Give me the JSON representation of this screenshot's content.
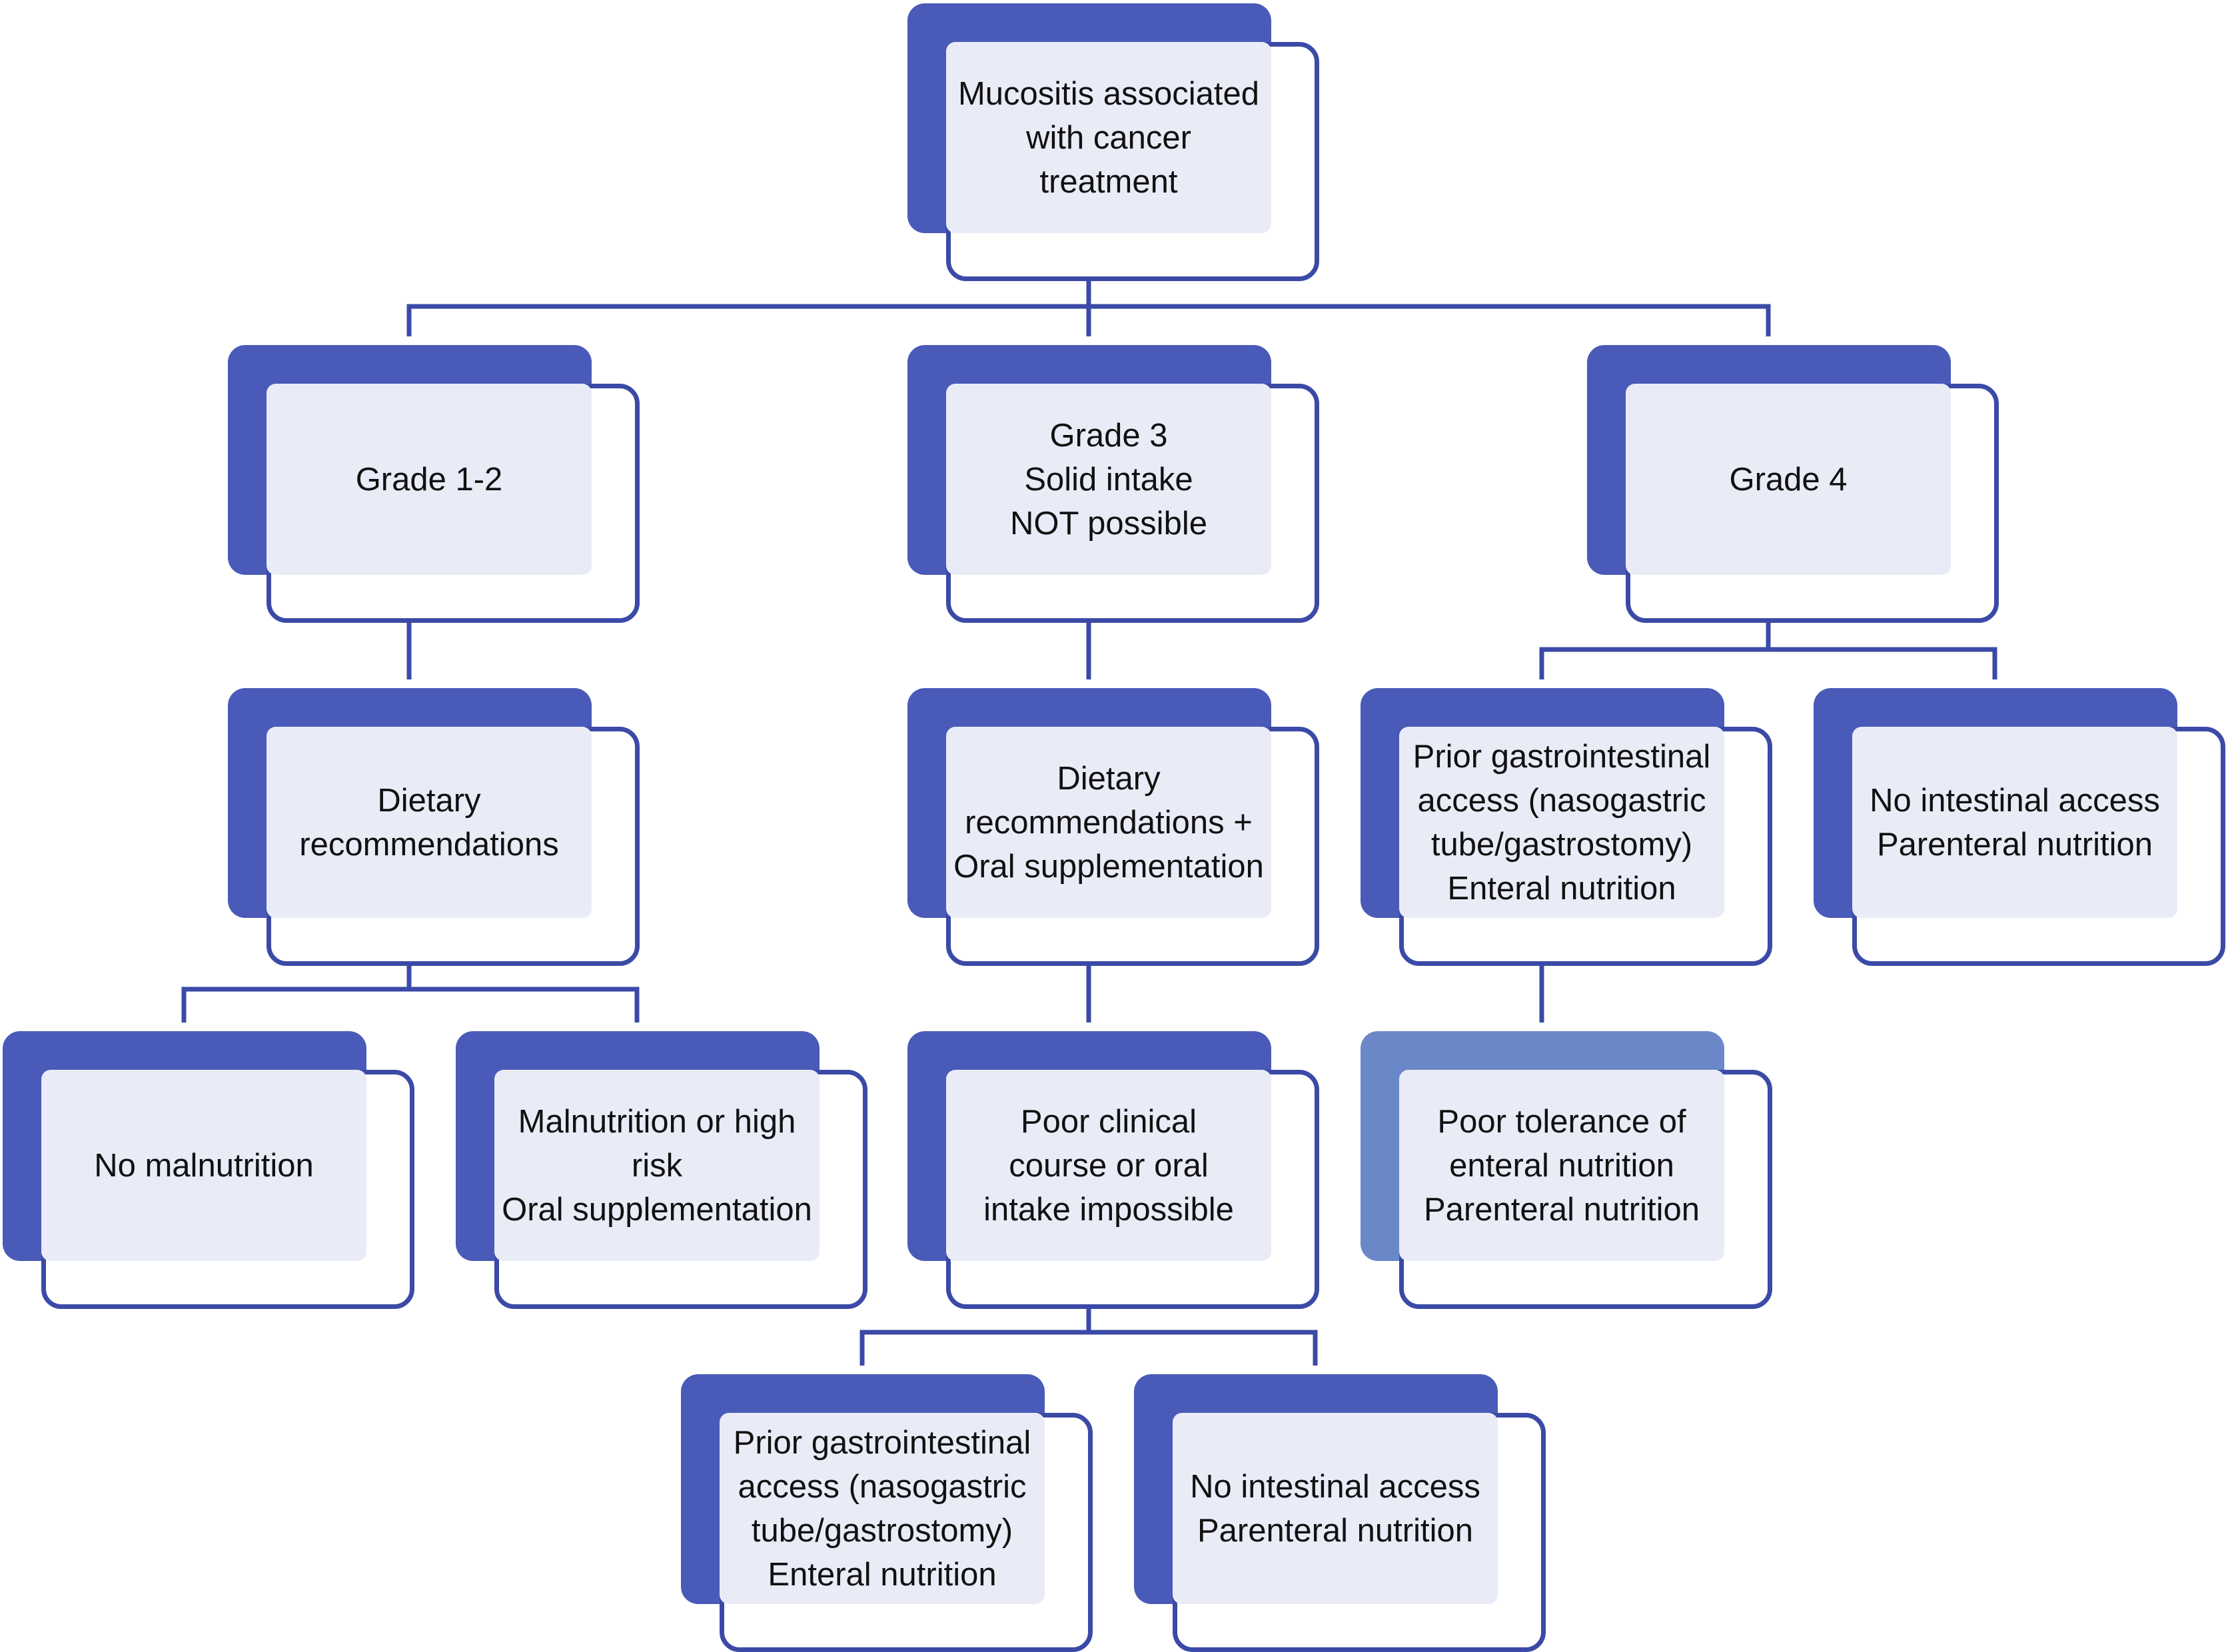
{
  "nodes": {
    "root": "Mucositis associated\nwith cancer\ntreatment",
    "grade12": "Grade 1-2",
    "grade3": "Grade 3\nSolid intake\nNOT possible",
    "grade4": "Grade 4",
    "dietary": "Dietary\nrecommendations",
    "dietary_oral": "Dietary\nrecommendations +\nOral supplementation",
    "g4_prior_access": "Prior gastrointestinal\naccess (nasogastric\ntube/gastrostomy)\nEnteral nutrition",
    "g4_no_access": "No intestinal access\nParenteral nutrition",
    "no_malnutrition": "No malnutrition",
    "malnutrition": "Malnutrition or high\nrisk\nOral supplementation",
    "poor_course": "Poor clinical\ncourse or oral\nintake impossible",
    "poor_tolerance": "Poor tolerance of\nenteral nutrition\nParenteral nutrition",
    "g3_prior_access": "Prior gastrointestinal\naccess (nasogastric\ntube/gastrostomy)\nEnteral nutrition",
    "g3_no_access": "No intestinal access\nParenteral nutrition"
  },
  "colors": {
    "shadow": "#4a5ab8",
    "shadow_light": "#6a88c8",
    "border": "#3b4aa6",
    "fill": "#e9ebf7",
    "connector": "#3b4aa6"
  }
}
